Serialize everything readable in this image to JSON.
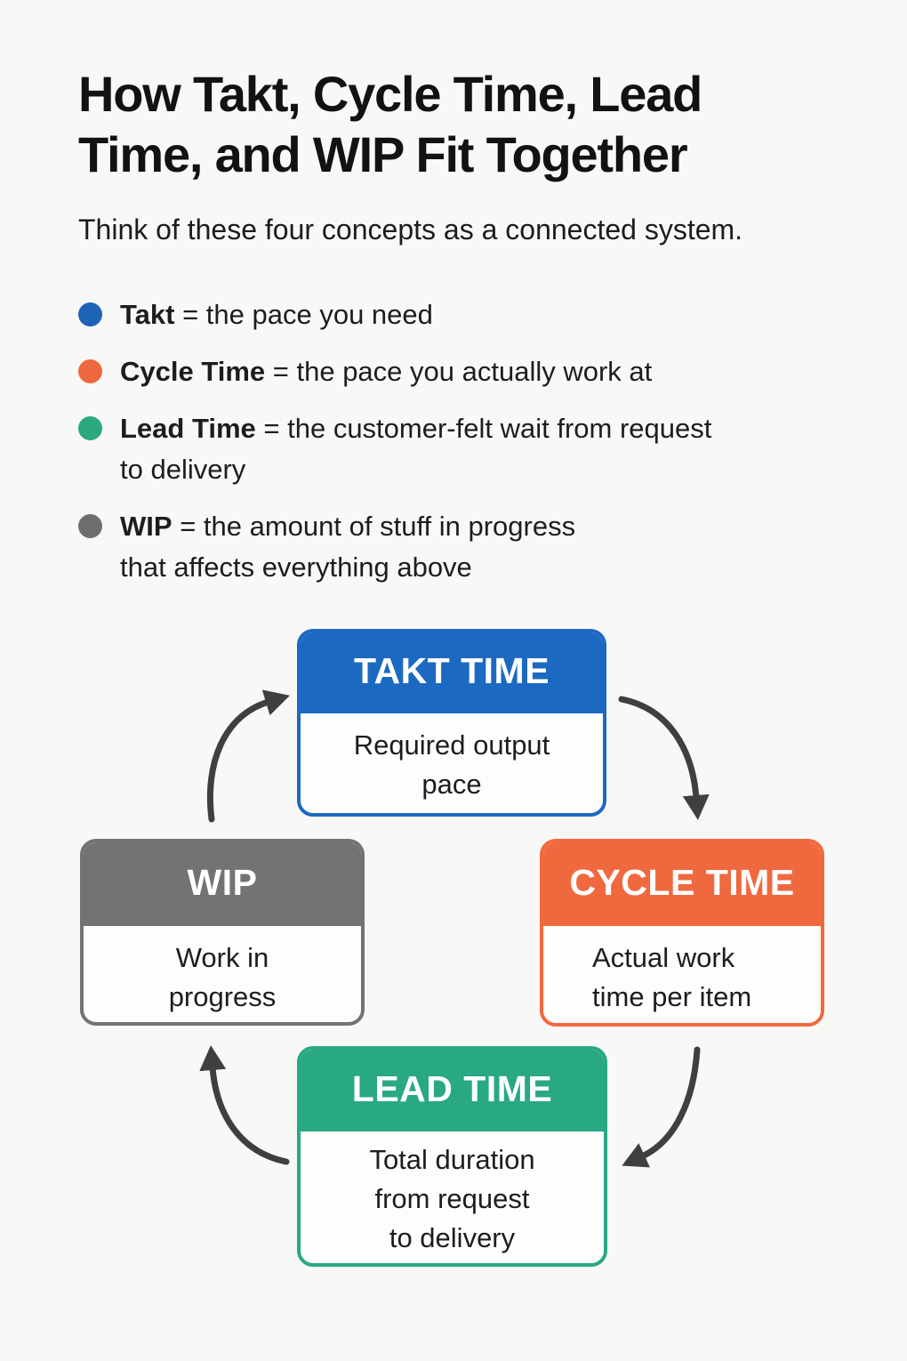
{
  "page": {
    "background": "#f8f8f6",
    "arrow_color": "#3f3f3f"
  },
  "header": {
    "title_lines": [
      "How Takt, Cycle Time, Lead",
      "Time, and WIP Fit Together"
    ],
    "subtitle": "Think of these four concepts as a connected system."
  },
  "legend": {
    "items": [
      {
        "term": "Takt",
        "definition_lines": [
          "= the pace you need"
        ],
        "color": "#1d64b6"
      },
      {
        "term": "Cycle Time",
        "definition_lines": [
          "= the pace you actually work at"
        ],
        "color": "#f0683f"
      },
      {
        "term": "Lead Time",
        "definition_lines": [
          "= the customer-felt wait from request",
          "to delivery"
        ],
        "color": "#2aa87e"
      },
      {
        "term": "WIP",
        "definition_lines": [
          "= the amount of stuff in progress",
          "that affects everything above"
        ],
        "color": "#6e6e70"
      }
    ]
  },
  "diagram": {
    "nodes": [
      {
        "id": "takt",
        "title": "TAKT TIME",
        "description_lines": [
          "Required output",
          "pace"
        ],
        "color": "#1c69c1"
      },
      {
        "id": "cycle",
        "title": "CYCLE TIME",
        "description_lines": [
          "Actual work",
          "time per item"
        ],
        "color": "#f0693e"
      },
      {
        "id": "wip",
        "title": "WIP",
        "description_lines": [
          "Work in",
          "progress"
        ],
        "color": "#737376"
      },
      {
        "id": "lead",
        "title": "LEAD TIME",
        "description_lines": [
          "Total duration",
          "from request",
          "to delivery"
        ],
        "color": "#29a884"
      }
    ]
  }
}
